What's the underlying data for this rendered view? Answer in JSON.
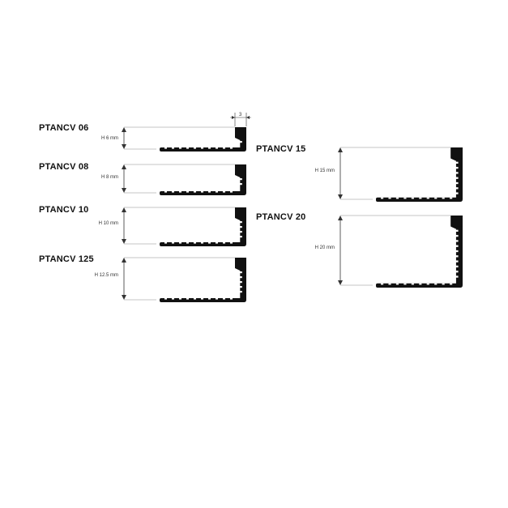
{
  "colors": {
    "profile": "#111111",
    "guide": "#b0b0b0",
    "dimension": "#333333"
  },
  "width_dimension": {
    "label": "3"
  },
  "profiles": [
    {
      "id": "ptancv-06",
      "title": "PTANCV 06",
      "height_label": "H 6 mm"
    },
    {
      "id": "ptancv-08",
      "title": "PTANCV 08",
      "height_label": "H 8 mm"
    },
    {
      "id": "ptancv-10",
      "title": "PTANCV 10",
      "height_label": "H 10 mm"
    },
    {
      "id": "ptancv-125",
      "title": "PTANCV 125",
      "height_label": "H 12.5 mm"
    },
    {
      "id": "ptancv-15",
      "title": "PTANCV 15",
      "height_label": "H 15 mm"
    },
    {
      "id": "ptancv-20",
      "title": "PTANCV 20",
      "height_label": "H 20 mm"
    }
  ]
}
